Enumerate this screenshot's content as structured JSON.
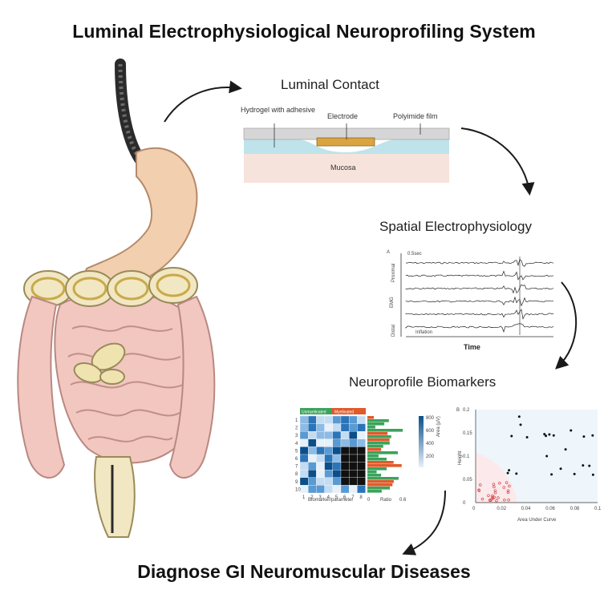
{
  "title": "Luminal Electrophysiological Neuroprofiling System",
  "footer": "Diagnose GI Neuromuscular Diseases",
  "stages": {
    "contact": {
      "title": "Luminal Contact",
      "labels": {
        "hydrogel": "Hydrogel with adhesive",
        "electrode": "Electrode",
        "film": "Polyimide film",
        "mucosa": "Mucosa"
      }
    },
    "spatial": {
      "title": "Spatial Electrophysiology",
      "panel_label": "A",
      "ylabel": "EMG",
      "top_label": "Proximal",
      "bottom_label": "Distal",
      "xlabel": "Time",
      "annotations": {
        "scale": "0.5sec",
        "event": "Inflation"
      }
    },
    "biomarkers": {
      "title": "Neuroprofile Biomarkers",
      "heatmap": {
        "group_a": "Unmyelinated",
        "group_b": "Myelinated",
        "xlabel": "Biomarker/parameter",
        "row_ticks": [
          "1",
          "2",
          "3",
          "4",
          "5",
          "6",
          "7",
          "8",
          "9",
          "10"
        ],
        "col_ticks": [
          "1",
          "2",
          "3",
          "4",
          "5",
          "6",
          "7",
          "8"
        ],
        "bar_xlabel": "Ratio",
        "bar_ticks": [
          "0",
          "0.6"
        ],
        "colorbar_label": "Area (µV)",
        "colorbar_ticks": [
          "800",
          "600",
          "400",
          "200"
        ]
      },
      "scatter": {
        "panel_label": "B",
        "xlabel": "Area Under Curve",
        "ylabel": "Height",
        "xticks": [
          "0",
          "0.02",
          "0.04",
          "0.06",
          "0.08",
          "0.1"
        ],
        "yticks": [
          "0",
          "0.05",
          "0.1",
          "0.15",
          "0.2"
        ]
      }
    }
  },
  "colors": {
    "arrow": "#1a1a1a",
    "electrode": "#d9a441",
    "hydrogel": "#bfe3ea",
    "mucosa": "#f6e3dc",
    "film": "#d6d6d6",
    "heatmap_green": "#3aa35b",
    "heatmap_orange": "#e05a2b",
    "scatter_red": "#d94a4a",
    "scatter_black": "#111111"
  }
}
